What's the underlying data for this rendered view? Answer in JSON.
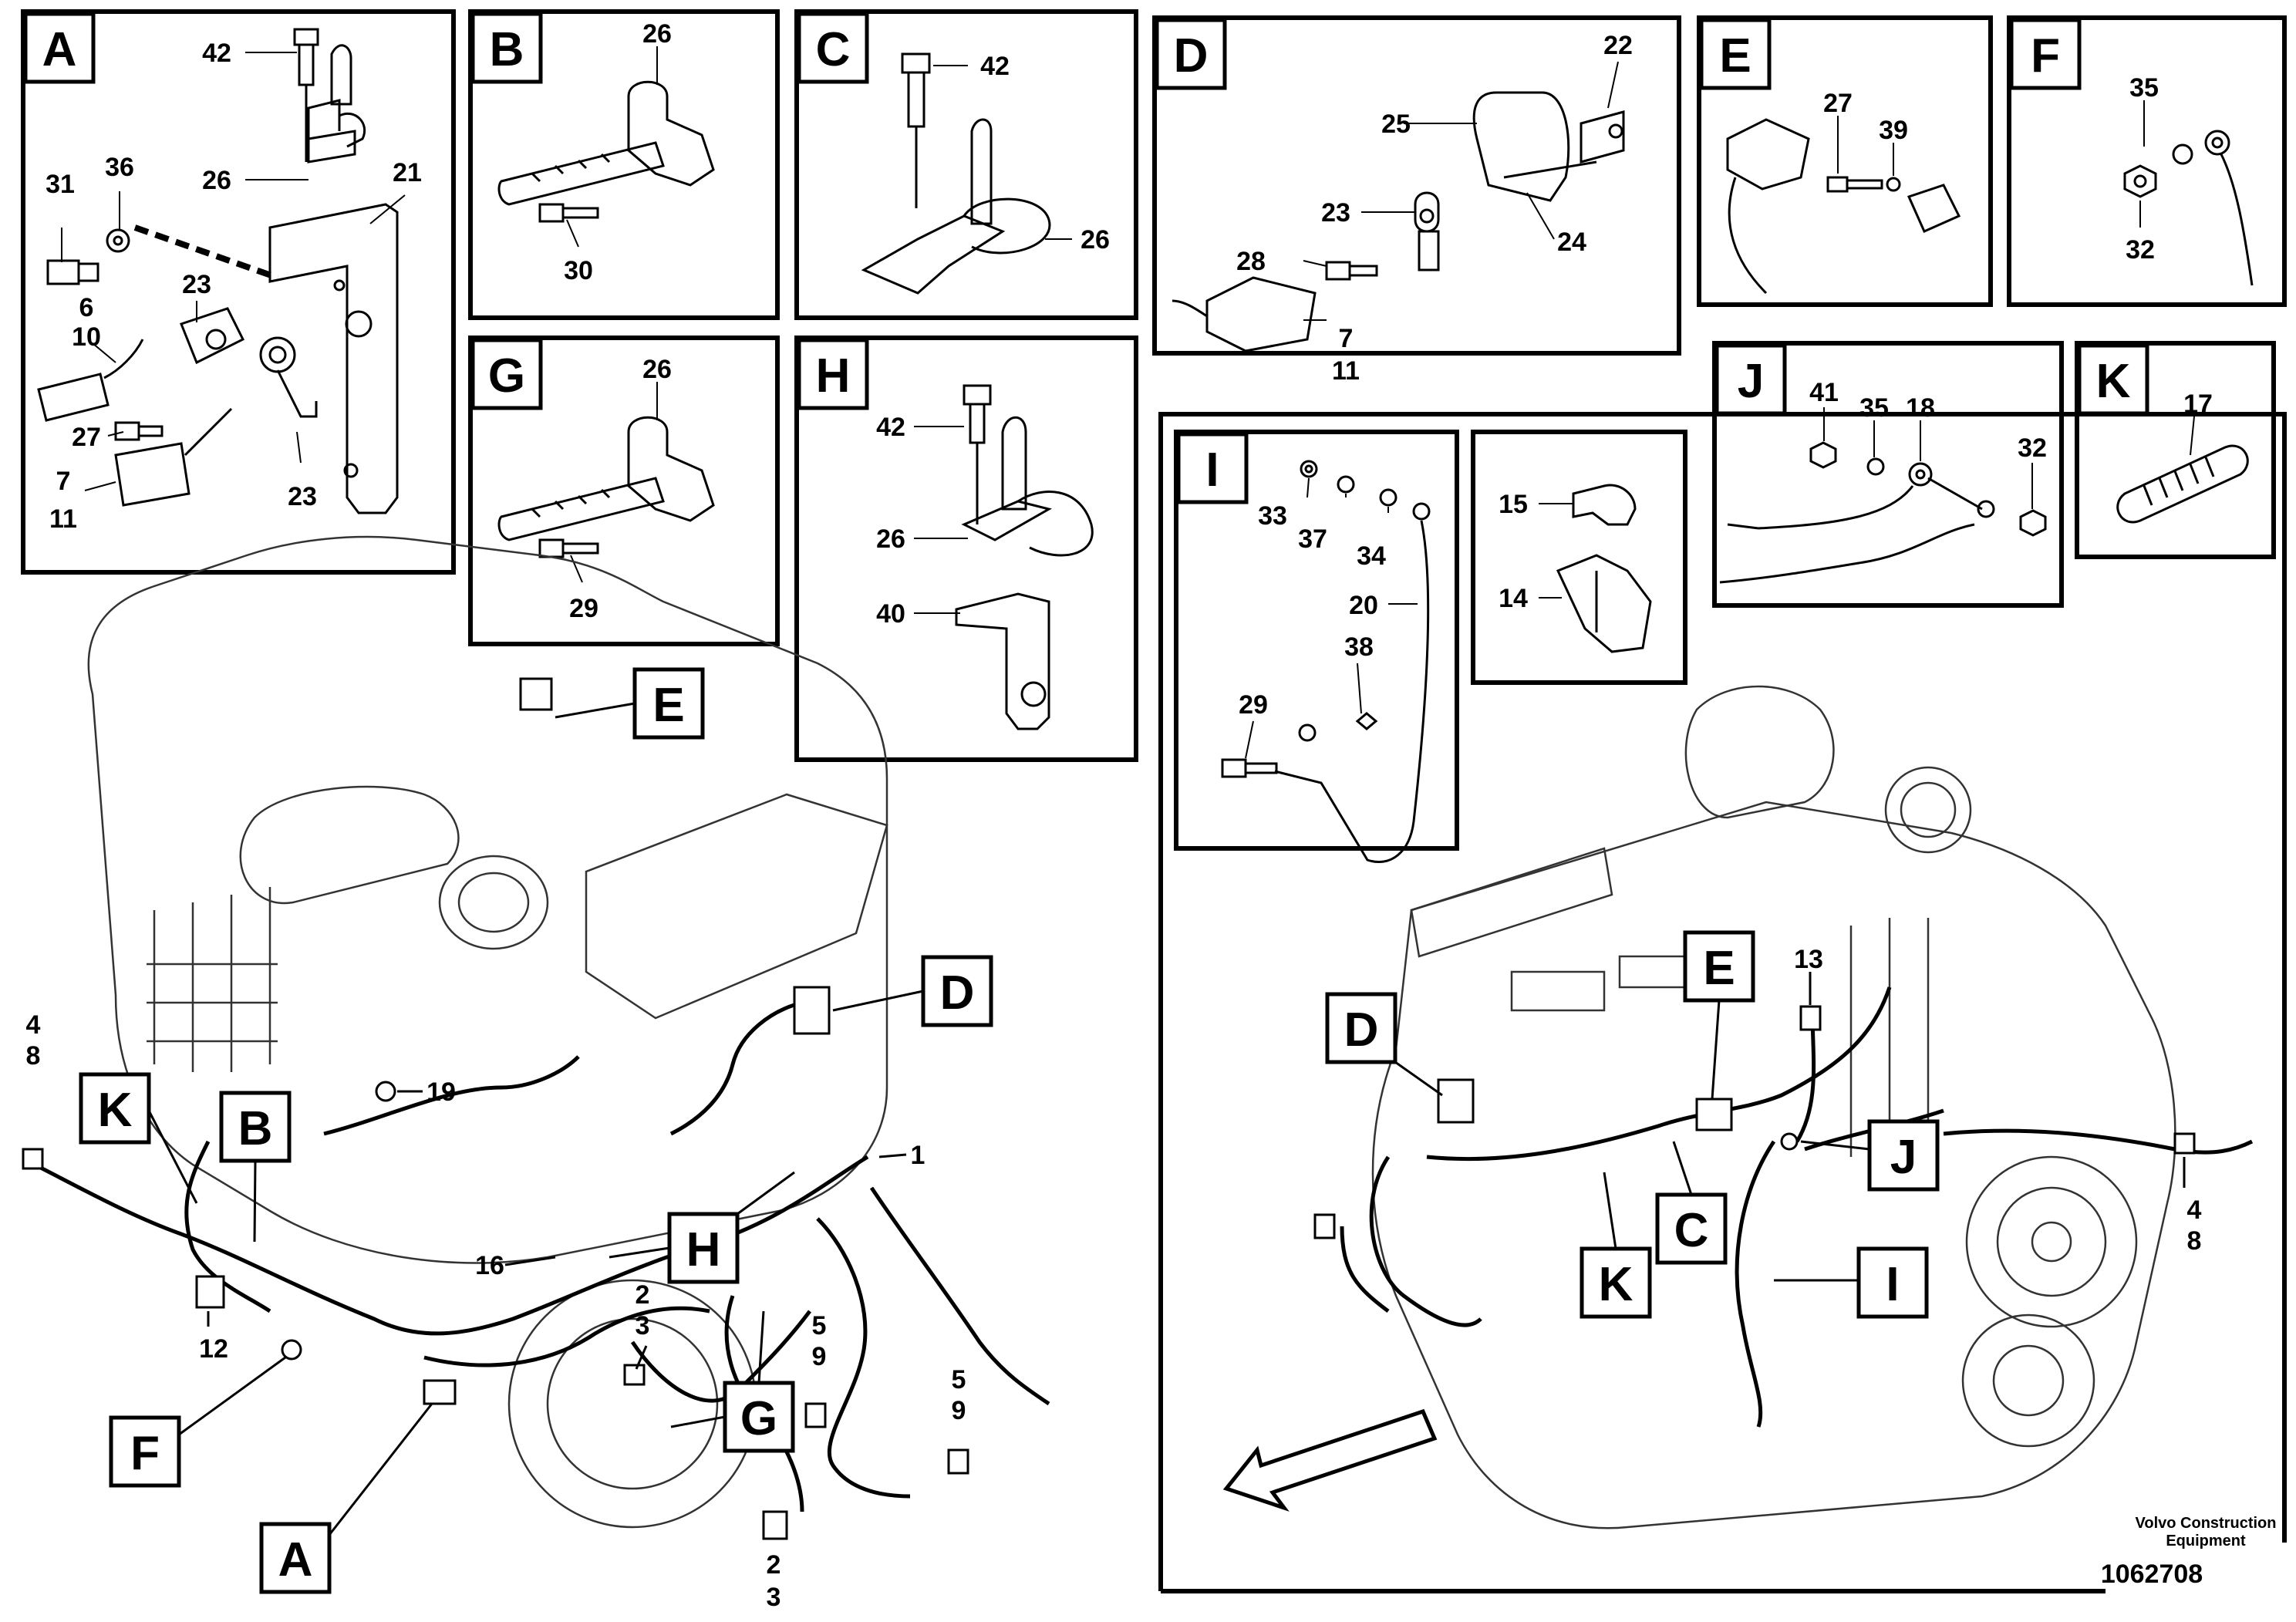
{
  "brand": {
    "company_line1": "Volvo Construction",
    "company_line2": "Equipment",
    "figure_number": "1062708"
  },
  "detail_panels": [
    {
      "letter": "A",
      "parts": [
        "42",
        "26",
        "21",
        "31",
        "36",
        "23",
        "6",
        "10",
        "27",
        "23",
        "7",
        "11"
      ]
    },
    {
      "letter": "B",
      "parts": [
        "26",
        "30"
      ]
    },
    {
      "letter": "C",
      "parts": [
        "42",
        "26"
      ]
    },
    {
      "letter": "D",
      "parts": [
        "22",
        "25",
        "23",
        "24",
        "28",
        "7",
        "11"
      ]
    },
    {
      "letter": "E",
      "parts": [
        "27",
        "39"
      ]
    },
    {
      "letter": "F",
      "parts": [
        "35",
        "32"
      ]
    },
    {
      "letter": "G",
      "parts": [
        "26",
        "29"
      ]
    },
    {
      "letter": "H",
      "parts": [
        "42",
        "26",
        "40"
      ]
    },
    {
      "letter": "I",
      "parts": [
        "33",
        "37",
        "34",
        "20",
        "38",
        "29"
      ]
    },
    {
      "letter": "J",
      "parts": [
        "41",
        "35",
        "18",
        "32"
      ]
    },
    {
      "letter": "K",
      "parts": [
        "17"
      ]
    },
    {
      "letter": "",
      "parts": [
        "15",
        "14"
      ]
    }
  ],
  "left_view_callouts": [
    "E",
    "D",
    "K",
    "B",
    "H",
    "G",
    "F",
    "A"
  ],
  "left_view_parts": [
    "4",
    "8",
    "19",
    "1",
    "16",
    "12",
    "2",
    "3",
    "5",
    "9",
    "5",
    "9",
    "2",
    "3"
  ],
  "right_view_callouts": [
    "D",
    "E",
    "J",
    "C",
    "K",
    "I"
  ],
  "right_view_parts": [
    "13",
    "4",
    "8"
  ]
}
